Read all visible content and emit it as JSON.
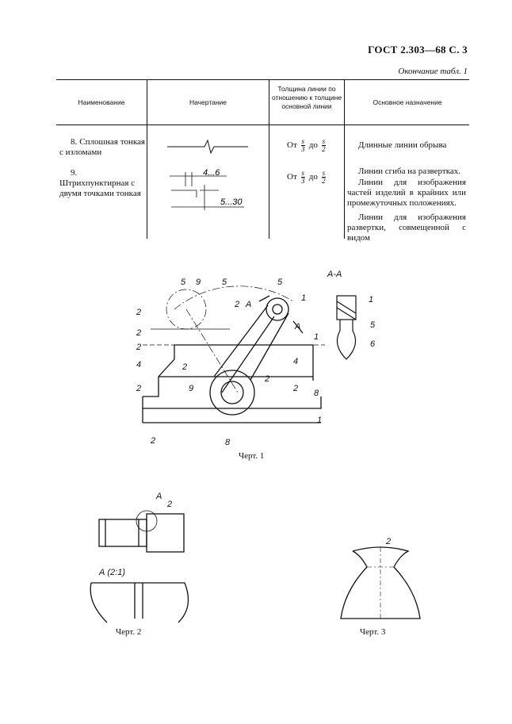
{
  "header": {
    "title": "ГОСТ 2.303—68 С. 3",
    "continuation": "Окончание табл. 1"
  },
  "table": {
    "columns": [
      "Наименование",
      "Начертание",
      "Толщина линии по отношению к толщине основной линии",
      "Основное назначение"
    ],
    "rows": [
      {
        "name": "8. Сплошная тонкая с изломами",
        "thickness": {
          "prefix": "От",
          "from_n": "s",
          "from_d": "3",
          "mid": "до",
          "to_n": "s",
          "to_d": "2"
        },
        "purpose": [
          "Длинные линии обрыва"
        ]
      },
      {
        "name": "9. Штрихпунктирная с двумя точками тонкая",
        "thickness": {
          "prefix": "От",
          "from_n": "s",
          "from_d": "3",
          "mid": "до",
          "to_n": "s",
          "to_d": "2"
        },
        "dims": {
          "dash": "4...6",
          "gap": "5...30"
        },
        "purpose": [
          "Линии сгиба на развертках.",
          "Линии для изображения частей изделий в крайних или промежуточных положениях.",
          "Линии для изображения развертки, совмещенной с видом"
        ]
      }
    ]
  },
  "figures": {
    "fig1": {
      "caption": "Черт. 1",
      "section": "А-А",
      "labels": [
        "5",
        "9",
        "5",
        "5",
        "1",
        "2",
        "2",
        "А",
        "А",
        "1",
        "2",
        "2",
        "2",
        "4",
        "2",
        "4",
        "9",
        "2",
        "8",
        "1",
        "2",
        "8",
        "1",
        "5",
        "6"
      ]
    },
    "fig2": {
      "caption": "Черт. 2",
      "label_a": "А",
      "label_2": "2",
      "detail": "А (2:1)"
    },
    "fig3": {
      "caption": "Черт. 3",
      "label_2": "2"
    }
  }
}
